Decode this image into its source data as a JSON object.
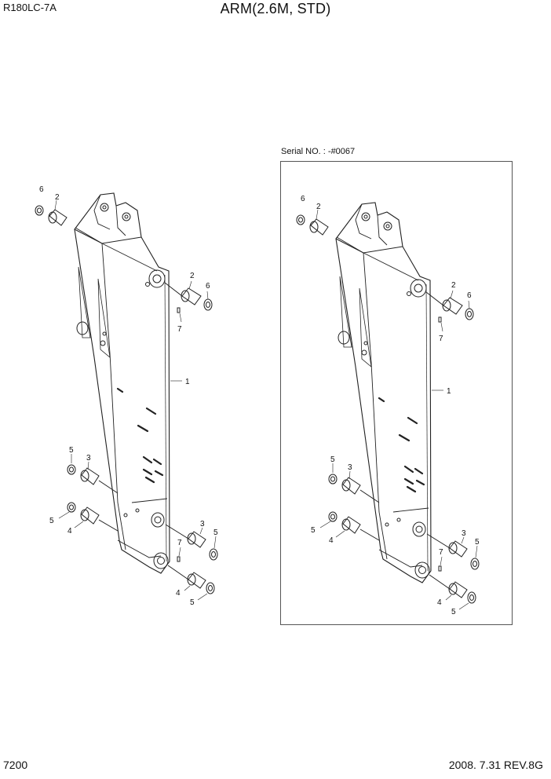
{
  "header": {
    "model": "R180LC-7A",
    "title": "ARM(2.6M, STD)"
  },
  "footer": {
    "page": "7200",
    "revision": "2008. 7.31  REV.8G"
  },
  "serial_note": "Serial NO. : -#0067",
  "callouts": {
    "arm": "1",
    "bushing": "2",
    "bushing_b": "3",
    "bushing_c": "4",
    "shim": "5",
    "shim_b": "6",
    "grease_nipple": "7"
  }
}
